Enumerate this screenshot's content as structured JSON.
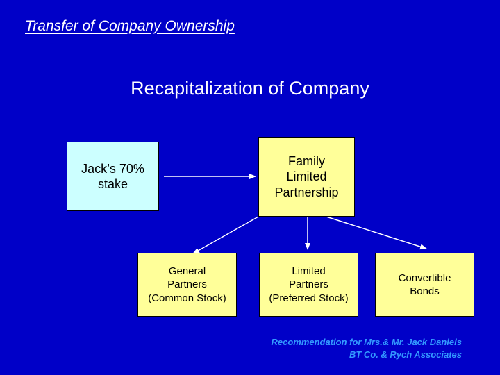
{
  "slide": {
    "header": "Transfer of Company Ownership",
    "title": "Recapitalization of Company"
  },
  "boxes": {
    "jacks_stake": [
      "Jack’s 70%",
      "stake"
    ],
    "family_partnership": [
      "Family",
      "Limited",
      "Partnership"
    ],
    "general_partners": [
      "General",
      "Partners",
      "(Common Stock)"
    ],
    "limited_partners": [
      "Limited",
      "Partners",
      "(Preferred Stock)"
    ],
    "convertible_bonds": [
      "Convertible",
      "Bonds"
    ]
  },
  "footer": {
    "line1": "Recommendation for Mrs.& Mr. Jack Daniels",
    "line2": "BT Co. & Rych Associates"
  },
  "colors": {
    "background": "#0000c8",
    "cyan_box": "#ccffff",
    "yellow_box": "#ffff99",
    "footer_text": "#3399ff"
  }
}
